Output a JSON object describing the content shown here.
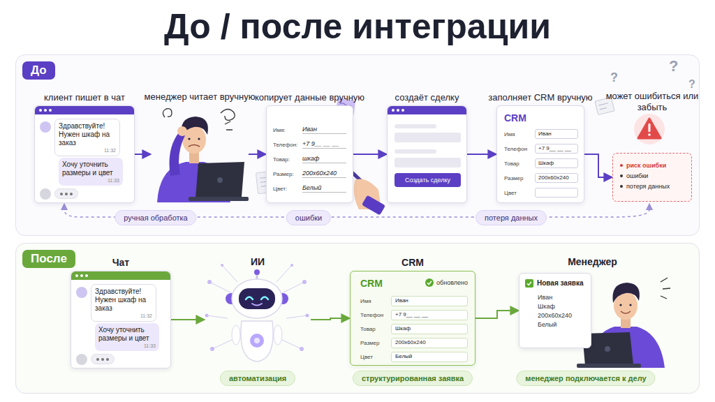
{
  "diagram": {
    "title": "До / после интеграции",
    "nodes": [
      {
        "text": [
          "До"
        ]
      },
      {
        "text": [
          "клиент пишет в чат"
        ],
        "in": 0
      },
      {
        "text": [
          "Здравствуйте! Нужен шкаф на заказ",
          "11:32"
        ],
        "in": 1
      },
      {
        "text": [
          "Хочу уточнить размеры и цвет",
          "11:33"
        ],
        "in": 1
      },
      {
        "text": [
          "менеджер читает вручную"
        ],
        "in": 0
      },
      {
        "text": [
          "копирует данные вручную",
          "Имя:",
          "Иван",
          "Телефон:",
          "+7 9__ __ __",
          "Товар:",
          "шкаф",
          "Размер:",
          "200х60х240",
          "Цвет:",
          "Белый"
        ],
        "in": 0
      },
      {
        "text": [
          "создаёт сделку"
        ],
        "in": 0
      },
      {
        "text": [
          "Создать сделку"
        ],
        "in": 6
      },
      {
        "text": [
          "заполняет CRM вручную",
          "CRM",
          "Имя",
          "Иван",
          "Телефон",
          "+7 9__ __ __",
          "Товар",
          "Шкаф",
          "Размер",
          "200х60х240",
          "Цвет"
        ],
        "in": 0
      },
      {
        "text": [
          "может ошибиться или забыть",
          "риск ошибки",
          "ошибки",
          "потеря данных"
        ],
        "in": 0
      },
      {
        "text": [
          "ручная обработка"
        ],
        "in": 0
      },
      {
        "text": [
          "ошибки"
        ],
        "in": 0
      },
      {
        "text": [
          "потеря данных"
        ],
        "in": 0
      },
      {
        "text": [
          "После"
        ]
      },
      {
        "text": [
          "Чат"
        ],
        "in": 13
      },
      {
        "text": [
          "Здравствуйте! Нужен шкаф на заказ",
          "11:32"
        ],
        "in": 14
      },
      {
        "text": [
          "Хочу уточнить размеры и цвет",
          "11:33"
        ],
        "in": 14
      },
      {
        "text": [
          "ИИ"
        ],
        "in": 13
      },
      {
        "text": [
          "автоматизация"
        ],
        "in": 13
      },
      {
        "text": [
          "CRM",
          "CRM",
          "обновлено",
          "Имя",
          "Иван",
          "Телефон",
          "+7 9__ __ __",
          "Товар",
          "Шкаф",
          "Размер",
          "200х60х240",
          "Цвет",
          "Белый"
        ],
        "in": 13
      },
      {
        "text": [
          "структурированная заявка"
        ],
        "in": 13
      },
      {
        "text": [
          "Менеджер"
        ],
        "in": 13
      },
      {
        "text": [
          "Новая заявка",
          "Иван",
          "Шкаф",
          "200х60х240",
          "Белый"
        ],
        "in": 21
      },
      {
        "text": [
          "менеджер подключается к делу"
        ],
        "in": 13
      }
    ],
    "edges": [
      {
        "from": 1,
        "to": 4,
        "arrow": "to"
      },
      {
        "from": 4,
        "to": 5,
        "arrow": "to"
      },
      {
        "from": 5,
        "to": 6,
        "arrow": "to"
      },
      {
        "from": 6,
        "to": 8,
        "arrow": "to"
      },
      {
        "from": 8,
        "to": 9,
        "arrow": "to"
      },
      {
        "from": 14,
        "to": 17,
        "arrow": "to"
      },
      {
        "from": 17,
        "to": 19,
        "arrow": "to"
      },
      {
        "from": 19,
        "to": 22,
        "arrow": "to"
      }
    ],
    "labels": [
      "?",
      "?",
      "?"
    ]
  }
}
